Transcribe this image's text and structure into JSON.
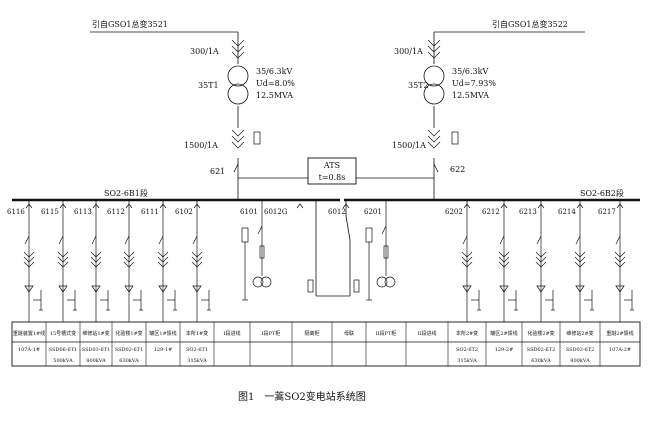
{
  "sources": {
    "left": "引自GSO1总变3521",
    "right": "引自GSO1总变3522"
  },
  "transformers": [
    {
      "ct_hv": "300/1A",
      "name": "35T1",
      "ratio": "35/6.3kV",
      "ud": "Ud=8.0%",
      "capacity": "12.5MVA",
      "ct_lv": "1500/1A",
      "breaker": "621"
    },
    {
      "ct_hv": "300/1A",
      "name": "35T2",
      "ratio": "35/6.3kV",
      "ud": "Ud=7.93%",
      "capacity": "12.5MVA",
      "ct_lv": "1500/1A",
      "breaker": "622"
    }
  ],
  "ats": {
    "label": "ATS",
    "time": "t=0.8s"
  },
  "buses": {
    "left": "SO2-6B1段",
    "right": "SO2-6B2段"
  },
  "feeder_codes": [
    "6116",
    "6115",
    "6113",
    "6112",
    "6111",
    "6102",
    "6101",
    "6012G",
    "6012",
    "6201",
    "6202",
    "6212",
    "6213",
    "6214",
    "6217"
  ],
  "table_columns": [
    {
      "name": "重醚装置1#线",
      "code": "107A-1#",
      "capacity": ""
    },
    {
      "name": "15号槽式变",
      "code": "SSD06-6T1",
      "capacity": "500kVA"
    },
    {
      "name": "维修站1#变",
      "code": "SSD03-6T1",
      "capacity": "800kVA"
    },
    {
      "name": "化验楼1#变",
      "code": "SSD02-6T1",
      "capacity": "630kVA"
    },
    {
      "name": "罐区1#馈线",
      "code": "129-1#",
      "capacity": ""
    },
    {
      "name": "本所1#变",
      "code": "SO2-6T1",
      "capacity": "315kVA"
    },
    {
      "name": "I段进线",
      "code": "",
      "capacity": ""
    },
    {
      "name": "I段PT柜",
      "code": "",
      "capacity": ""
    },
    {
      "name": "隔离柜",
      "code": "",
      "capacity": ""
    },
    {
      "name": "母联",
      "code": "",
      "capacity": ""
    },
    {
      "name": "II段PT柜",
      "code": "",
      "capacity": ""
    },
    {
      "name": "II段进线",
      "code": "",
      "capacity": ""
    },
    {
      "name": "本所2#变",
      "code": "SO2-6T2",
      "capacity": "315kVA"
    },
    {
      "name": "罐区2#馈线",
      "code": "129-2#",
      "capacity": ""
    },
    {
      "name": "化验楼2#变",
      "code": "SSD02-6T2",
      "capacity": "630kVA"
    },
    {
      "name": "维修站2#变",
      "code": "SSD03-6T2",
      "capacity": "800kVA"
    },
    {
      "name": "重醚2#馈线",
      "code": "107A-2#",
      "capacity": ""
    }
  ],
  "caption": "图1　一蒿SO2变电站系统图"
}
